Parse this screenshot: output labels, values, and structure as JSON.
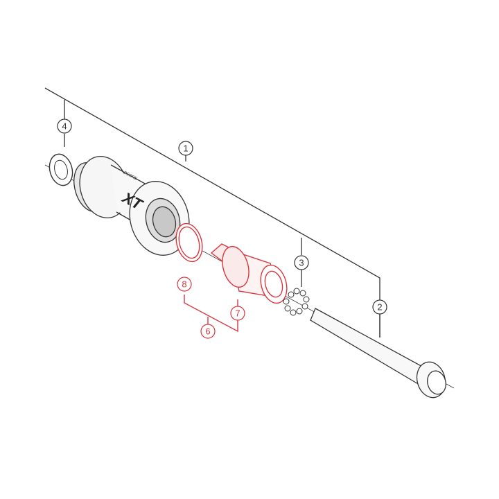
{
  "diagram": {
    "colors": {
      "line": "#333333",
      "highlight": "#d9363e",
      "part_fill": "#f2f2f2"
    },
    "callouts": [
      {
        "id": "1",
        "label": "1",
        "highlighted": false
      },
      {
        "id": "2",
        "label": "2",
        "highlighted": false
      },
      {
        "id": "3",
        "label": "3",
        "highlighted": false
      },
      {
        "id": "4",
        "label": "4",
        "highlighted": false
      },
      {
        "id": "6",
        "label": "6",
        "highlighted": true
      },
      {
        "id": "7",
        "label": "7",
        "highlighted": true
      },
      {
        "id": "8",
        "label": "8",
        "highlighted": true
      }
    ],
    "hub_logo": {
      "brand": "XT",
      "series": "DEORE"
    }
  }
}
